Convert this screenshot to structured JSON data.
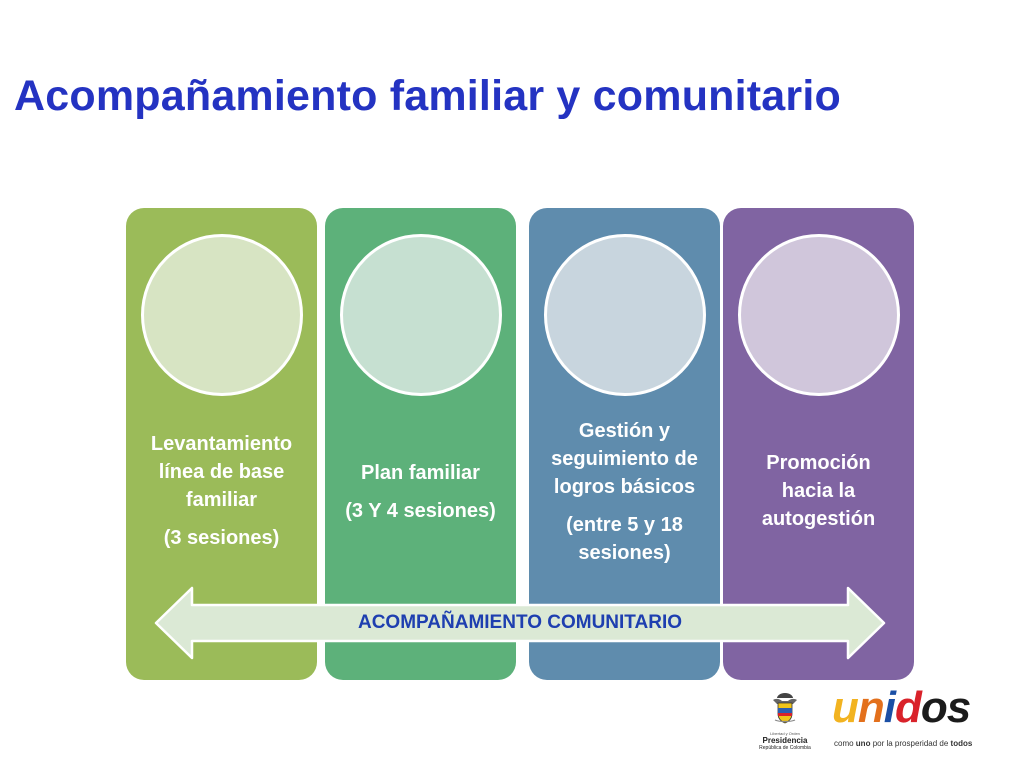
{
  "title": "Acompañamiento familiar y comunitario",
  "stages": [
    {
      "lines": [
        "Levantamiento",
        "línea de base",
        "familiar"
      ],
      "detail": "(3 sesiones)",
      "color": "#9bbb59"
    },
    {
      "lines": [
        "Plan familiar"
      ],
      "detail": "(3 Y 4 sesiones)",
      "color": "#5db17a"
    },
    {
      "lines": [
        "Gestión y",
        "seguimiento de",
        "logros básicos"
      ],
      "detail_lines": [
        "(entre 5 y 18",
        "sesiones)"
      ],
      "color": "#5f8cad"
    },
    {
      "lines": [
        "Promoción",
        "hacia la",
        "autogestión"
      ],
      "color": "#8064a2"
    }
  ],
  "arrow": {
    "label": "ACOMPAÑAMIENTO COMUNITARIO",
    "fill": "#dbe9d5",
    "stroke": "#ffffff",
    "text_color": "#1e3fb0"
  },
  "logos": {
    "presidencia": {
      "motto": "Libertad y Orden",
      "name": "Presidencia",
      "subtitle": "República de Colombia"
    },
    "unidos": {
      "wordmark": [
        "u",
        "n",
        "i",
        "d",
        "o",
        "s"
      ],
      "tagline_pre": "como ",
      "tagline_uno": "uno",
      "tagline_mid": " por la prosperidad de ",
      "tagline_todos": "todos"
    }
  }
}
